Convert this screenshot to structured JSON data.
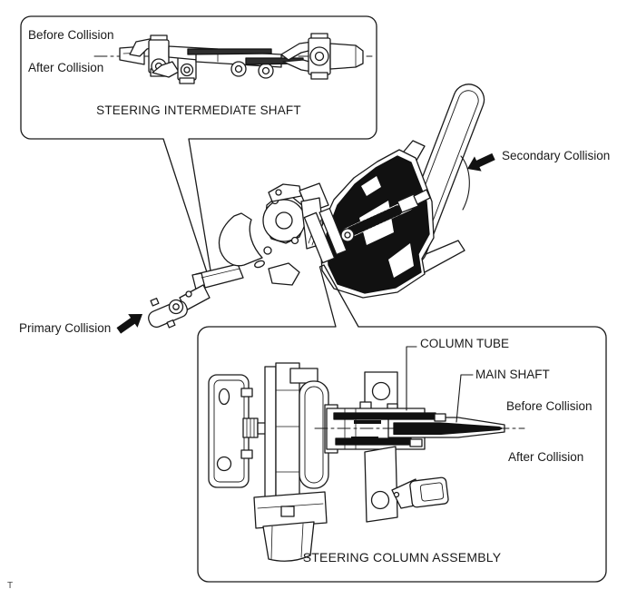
{
  "page": {
    "background": "#ffffff"
  },
  "colors": {
    "line": "#1a1a1a",
    "section_black": "#111111",
    "bar_gray": "#2e2e2e"
  },
  "top_callout": {
    "before": "Before Collision",
    "after": "After Collision",
    "caption": "STEERING INTERMEDIATE SHAFT"
  },
  "main_view": {
    "secondary": "Secondary Collision",
    "primary": "Primary Collision",
    "icons": [
      "secondary-collision-arrow-icon",
      "primary-collision-arrow-icon"
    ]
  },
  "bottom_callout": {
    "column_tube": "COLUMN TUBE",
    "main_shaft": "MAIN SHAFT",
    "before": "Before Collision",
    "after": "After Collision",
    "caption": "STEERING COLUMN ASSEMBLY"
  },
  "footer": {
    "mark": "T"
  }
}
